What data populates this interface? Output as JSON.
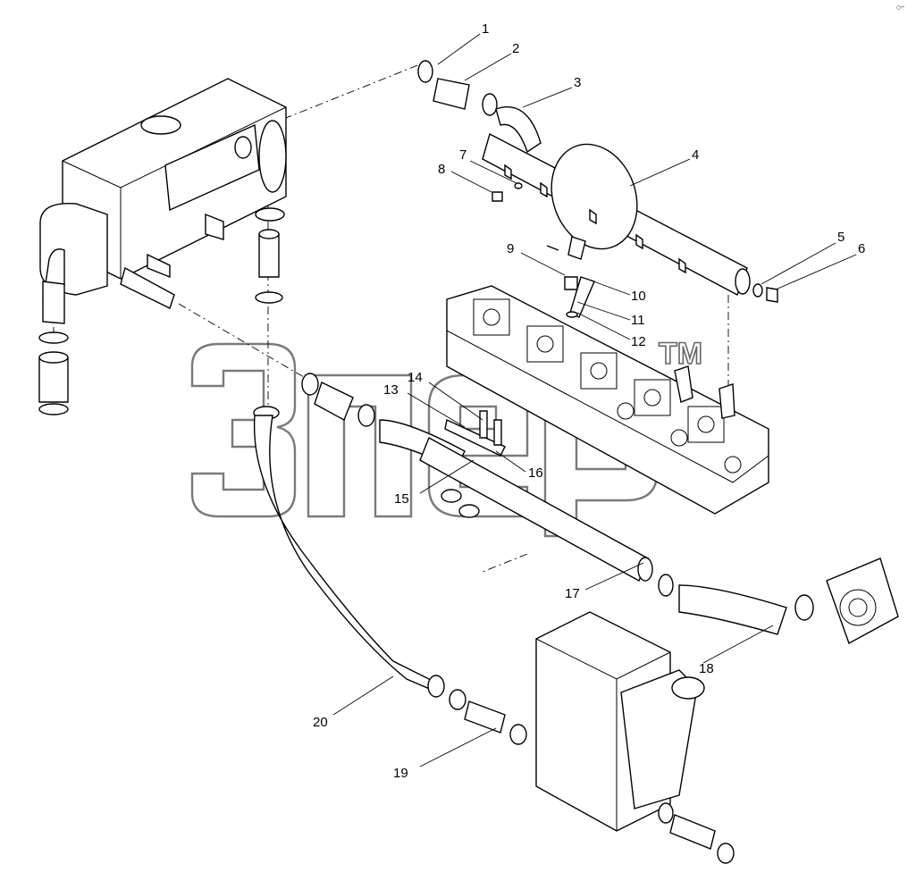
{
  "corner_mark": "○─",
  "watermark": {
    "letters": "ЭПЕР",
    "trademark": "TM"
  },
  "callouts": [
    {
      "id": "c1",
      "text": "1"
    },
    {
      "id": "c2",
      "text": "2"
    },
    {
      "id": "c3",
      "text": "3"
    },
    {
      "id": "c4",
      "text": "4"
    },
    {
      "id": "c5",
      "text": "5"
    },
    {
      "id": "c6",
      "text": "6"
    },
    {
      "id": "c7",
      "text": "7"
    },
    {
      "id": "c8",
      "text": "8"
    },
    {
      "id": "c9",
      "text": "9"
    },
    {
      "id": "c10",
      "text": "10"
    },
    {
      "id": "c11",
      "text": "11"
    },
    {
      "id": "c12",
      "text": "12"
    },
    {
      "id": "c13",
      "text": "13"
    },
    {
      "id": "c14",
      "text": "14"
    },
    {
      "id": "c15",
      "text": "15"
    },
    {
      "id": "c16",
      "text": "16"
    },
    {
      "id": "c17",
      "text": "17"
    },
    {
      "id": "c18",
      "text": "18"
    },
    {
      "id": "c19",
      "text": "19"
    },
    {
      "id": "c20",
      "text": "20"
    }
  ]
}
